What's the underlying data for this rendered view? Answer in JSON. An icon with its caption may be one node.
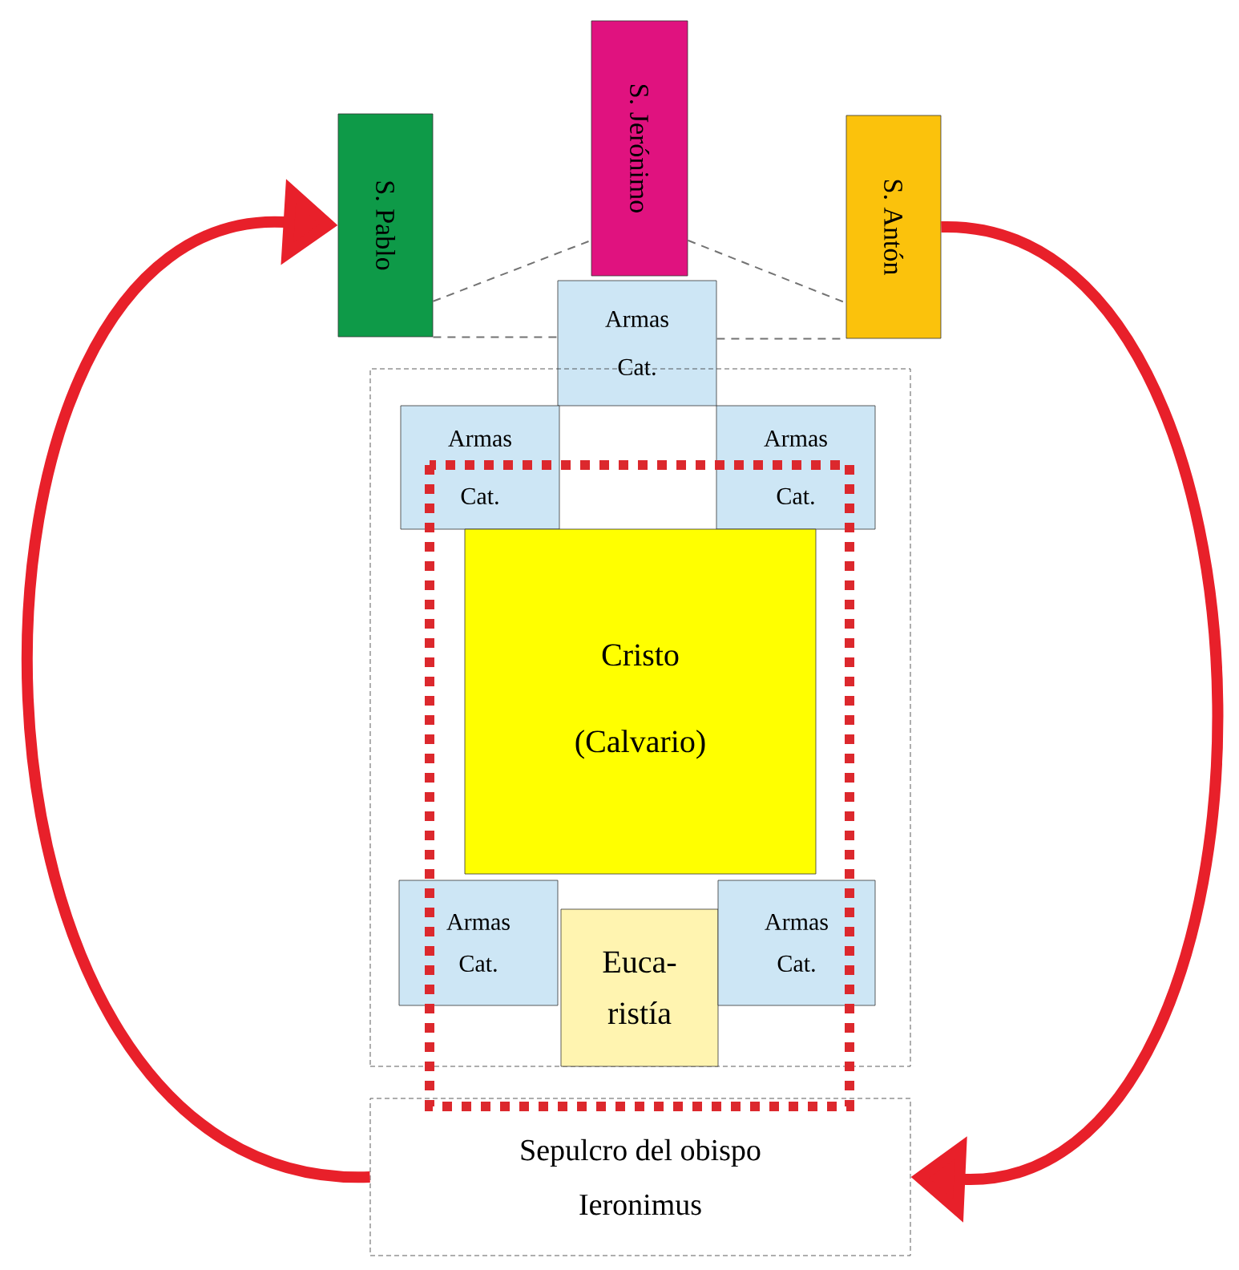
{
  "diagram": {
    "nodes": [
      {
        "text": [
          "S. Pablo"
        ]
      },
      {
        "text": [
          "S. Jerónimo"
        ]
      },
      {
        "text": [
          "S. Antón"
        ]
      },
      {
        "text": [
          "Armas Cat."
        ]
      },
      {
        "text": [],
        "shape": "box"
      },
      {
        "text": [
          "Armas Cat."
        ],
        "in": 4
      },
      {
        "text": [
          "Armas Cat."
        ],
        "in": 4
      },
      {
        "text": [
          "Cristo",
          "(Calvario)"
        ],
        "in": 4
      },
      {
        "text": [
          "Armas Cat."
        ],
        "in": 4
      },
      {
        "text": [
          "Euca- ristía"
        ],
        "in": 4
      },
      {
        "text": [
          "Armas Cat."
        ],
        "in": 4
      },
      {
        "text": [
          "Sepulcro del obispo Ieronimus"
        ]
      }
    ],
    "edges": [
      {
        "from": 0,
        "to": 1,
        "arrow": "none",
        "style": "dashed"
      },
      {
        "from": 1,
        "to": 2,
        "arrow": "none",
        "style": "dashed"
      },
      {
        "from": 0,
        "to": 3,
        "arrow": "none",
        "style": "dashed"
      },
      {
        "from": 3,
        "to": 2,
        "arrow": "none",
        "style": "dashed"
      },
      {
        "from": 11,
        "to": 0,
        "arrow": "to",
        "style": "thick",
        "color": "#e8202a"
      },
      {
        "from": 2,
        "to": 11,
        "arrow": "to",
        "style": "thick",
        "color": "#e8202a"
      }
    ]
  }
}
